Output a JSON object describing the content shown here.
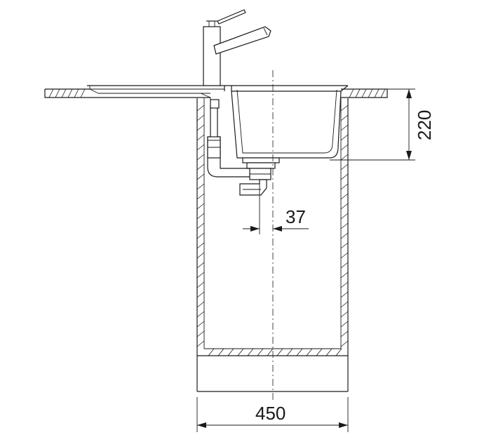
{
  "dimensions": {
    "width": "450",
    "height": "220",
    "drain_offset": "37"
  },
  "colors": {
    "line": "#1a1a1a",
    "background": "#ffffff"
  }
}
